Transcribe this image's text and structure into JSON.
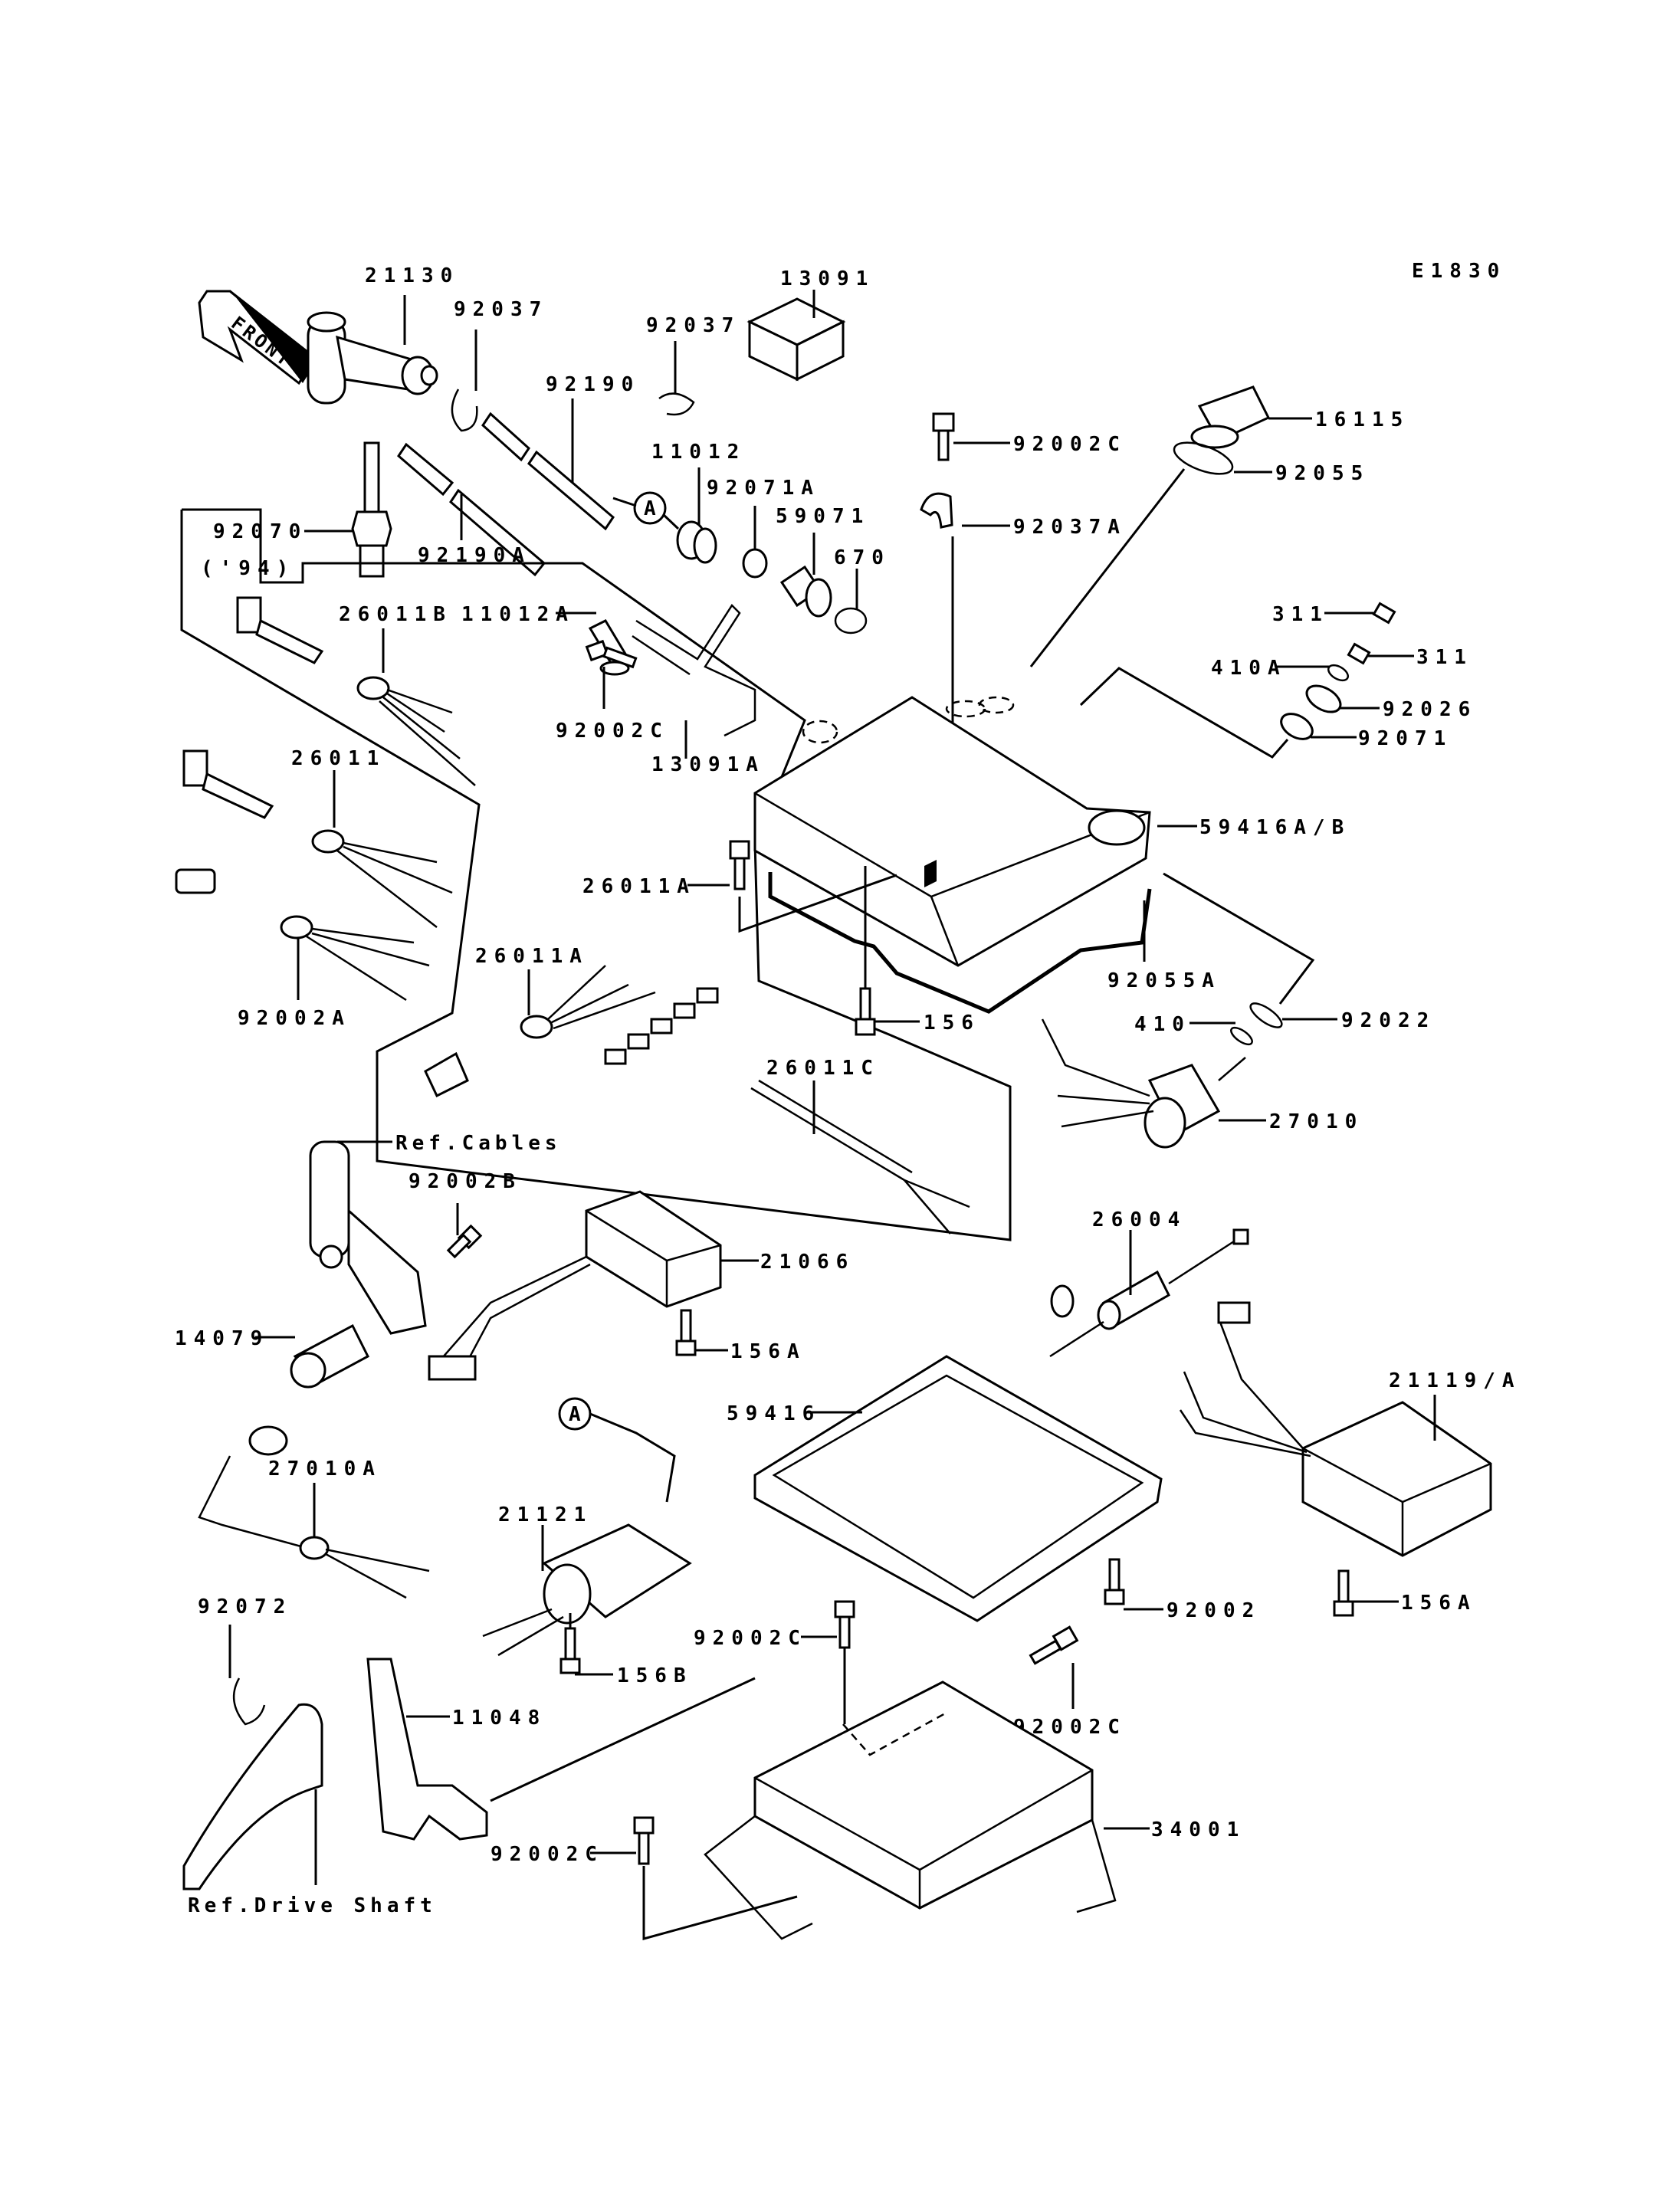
{
  "diagram": {
    "code": "E1830",
    "front_label": "FRONT",
    "year_note": "('94)",
    "ref_labels": {
      "cables": "Ref.Cables",
      "drive_shaft": "Ref.Drive Shaft"
    },
    "circle_marker": "A",
    "parts": [
      {
        "id": "21130",
        "label": "21130"
      },
      {
        "id": "92037-a",
        "label": "92037"
      },
      {
        "id": "92037-b",
        "label": "92037"
      },
      {
        "id": "13091",
        "label": "13091"
      },
      {
        "id": "92190",
        "label": "92190"
      },
      {
        "id": "92190A",
        "label": "92190A"
      },
      {
        "id": "92070",
        "label": "92070"
      },
      {
        "id": "11012",
        "label": "11012"
      },
      {
        "id": "92071A",
        "label": "92071A"
      },
      {
        "id": "59071",
        "label": "59071"
      },
      {
        "id": "670",
        "label": "670"
      },
      {
        "id": "92002C-top",
        "label": "92002C"
      },
      {
        "id": "92037A",
        "label": "92037A"
      },
      {
        "id": "16115",
        "label": "16115"
      },
      {
        "id": "92055",
        "label": "92055"
      },
      {
        "id": "311-a",
        "label": "311"
      },
      {
        "id": "311-b",
        "label": "311"
      },
      {
        "id": "410A",
        "label": "410A"
      },
      {
        "id": "92026",
        "label": "92026"
      },
      {
        "id": "92071",
        "label": "92071"
      },
      {
        "id": "11012A",
        "label": "11012A"
      },
      {
        "id": "26011B",
        "label": "26011B"
      },
      {
        "id": "92002C-left",
        "label": "92002C"
      },
      {
        "id": "13091A",
        "label": "13091A"
      },
      {
        "id": "26011",
        "label": "26011"
      },
      {
        "id": "59416AB",
        "label": "59416A/B"
      },
      {
        "id": "92002A",
        "label": "92002A"
      },
      {
        "id": "26011A-left",
        "label": "26011A"
      },
      {
        "id": "26011A-mid",
        "label": "26011A"
      },
      {
        "id": "92055A",
        "label": "92055A"
      },
      {
        "id": "156",
        "label": "156"
      },
      {
        "id": "410",
        "label": "410"
      },
      {
        "id": "92022",
        "label": "92022"
      },
      {
        "id": "26011C",
        "label": "26011C"
      },
      {
        "id": "27010",
        "label": "27010"
      },
      {
        "id": "92002B",
        "label": "92002B"
      },
      {
        "id": "26004",
        "label": "26004"
      },
      {
        "id": "21066",
        "label": "21066"
      },
      {
        "id": "14079",
        "label": "14079"
      },
      {
        "id": "156A-mid",
        "label": "156A"
      },
      {
        "id": "59416",
        "label": "59416"
      },
      {
        "id": "21119A",
        "label": "21119/A"
      },
      {
        "id": "27010A",
        "label": "27010A"
      },
      {
        "id": "21121",
        "label": "21121"
      },
      {
        "id": "92002",
        "label": "92002"
      },
      {
        "id": "156A-right",
        "label": "156A"
      },
      {
        "id": "92072",
        "label": "92072"
      },
      {
        "id": "92002C-mid",
        "label": "92002C"
      },
      {
        "id": "156B",
        "label": "156B"
      },
      {
        "id": "92002C-right",
        "label": "92002C"
      },
      {
        "id": "11048",
        "label": "11048"
      },
      {
        "id": "34001",
        "label": "34001"
      },
      {
        "id": "92002C-bottom",
        "label": "92002C"
      }
    ]
  }
}
